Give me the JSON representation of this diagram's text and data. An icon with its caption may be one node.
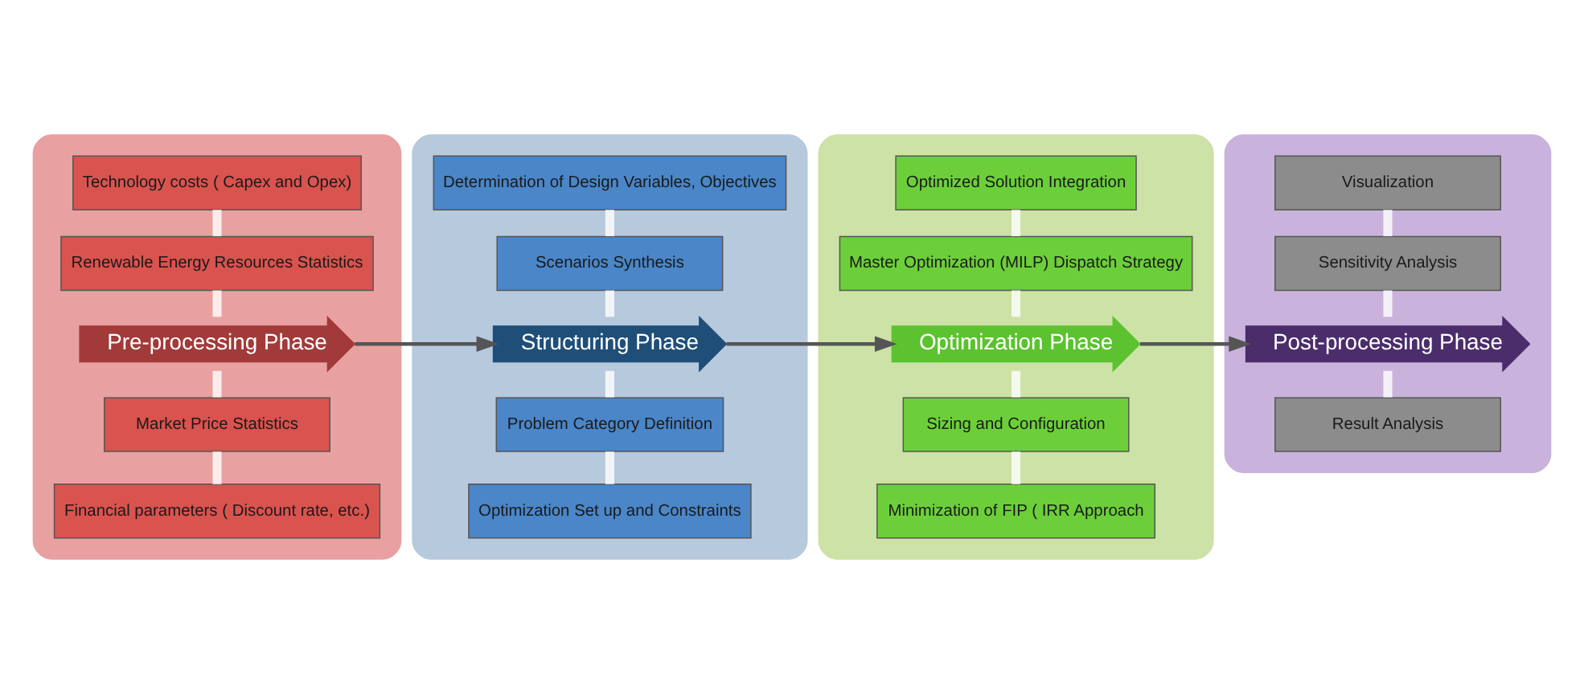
{
  "diagram": {
    "nodes": [
      {
        "text": [],
        "shape": "box"
      },
      {
        "text": [
          "Technology costs ( Capex and Opex)"
        ],
        "in": 0
      },
      {
        "text": [
          "Renewable Energy Resources Statistics"
        ],
        "in": 0
      },
      {
        "text": [
          "Pre-processing Phase"
        ],
        "in": 0
      },
      {
        "text": [
          "Market Price Statistics"
        ],
        "in": 0
      },
      {
        "text": [
          "Financial parameters ( Discount rate, etc.)"
        ],
        "in": 0
      },
      {
        "text": [],
        "shape": "box"
      },
      {
        "text": [
          "Determination of Design Variables, Objectives"
        ],
        "in": 6
      },
      {
        "text": [
          "Scenarios Synthesis"
        ],
        "in": 6
      },
      {
        "text": [
          "Structuring Phase"
        ],
        "in": 6
      },
      {
        "text": [
          "Problem Category Definition"
        ],
        "in": 6
      },
      {
        "text": [
          "Optimization Set up and Constraints"
        ],
        "in": 6
      },
      {
        "text": [],
        "shape": "box"
      },
      {
        "text": [
          "Optimized Solution Integration"
        ],
        "in": 12
      },
      {
        "text": [
          "Master Optimization (MILP) Dispatch Strategy"
        ],
        "in": 12
      },
      {
        "text": [
          "Optimization Phase"
        ],
        "in": 12
      },
      {
        "text": [
          "Sizing and Configuration"
        ],
        "in": 12
      },
      {
        "text": [
          "Minimization of FIP ( IRR Approach"
        ],
        "in": 12
      },
      {
        "text": [],
        "shape": "box"
      },
      {
        "text": [
          "Visualization"
        ],
        "in": 18
      },
      {
        "text": [
          "Sensitivity Analysis"
        ],
        "in": 18
      },
      {
        "text": [
          "Post-processing Phase"
        ],
        "in": 18
      },
      {
        "text": [
          "Result Analysis"
        ],
        "in": 18
      }
    ],
    "edges": [
      {
        "from": 1,
        "to": 2,
        "arrow": "none"
      },
      {
        "from": 2,
        "to": 3,
        "arrow": "none"
      },
      {
        "from": 3,
        "to": 4,
        "arrow": "none"
      },
      {
        "from": 4,
        "to": 5,
        "arrow": "none"
      },
      {
        "from": 7,
        "to": 8,
        "arrow": "none"
      },
      {
        "from": 8,
        "to": 9,
        "arrow": "none"
      },
      {
        "from": 9,
        "to": 10,
        "arrow": "none"
      },
      {
        "from": 10,
        "to": 11,
        "arrow": "none"
      },
      {
        "from": 13,
        "to": 14,
        "arrow": "none"
      },
      {
        "from": 14,
        "to": 15,
        "arrow": "none"
      },
      {
        "from": 15,
        "to": 16,
        "arrow": "none"
      },
      {
        "from": 16,
        "to": 17,
        "arrow": "none"
      },
      {
        "from": 19,
        "to": 20,
        "arrow": "none"
      },
      {
        "from": 20,
        "to": 21,
        "arrow": "none"
      },
      {
        "from": 21,
        "to": 22,
        "arrow": "none"
      },
      {
        "from": 3,
        "to": 9,
        "arrow": "to",
        "color": "#555555"
      },
      {
        "from": 9,
        "to": 15,
        "arrow": "to",
        "color": "#555555"
      },
      {
        "from": 15,
        "to": 21,
        "arrow": "to",
        "color": "#555555"
      }
    ]
  }
}
